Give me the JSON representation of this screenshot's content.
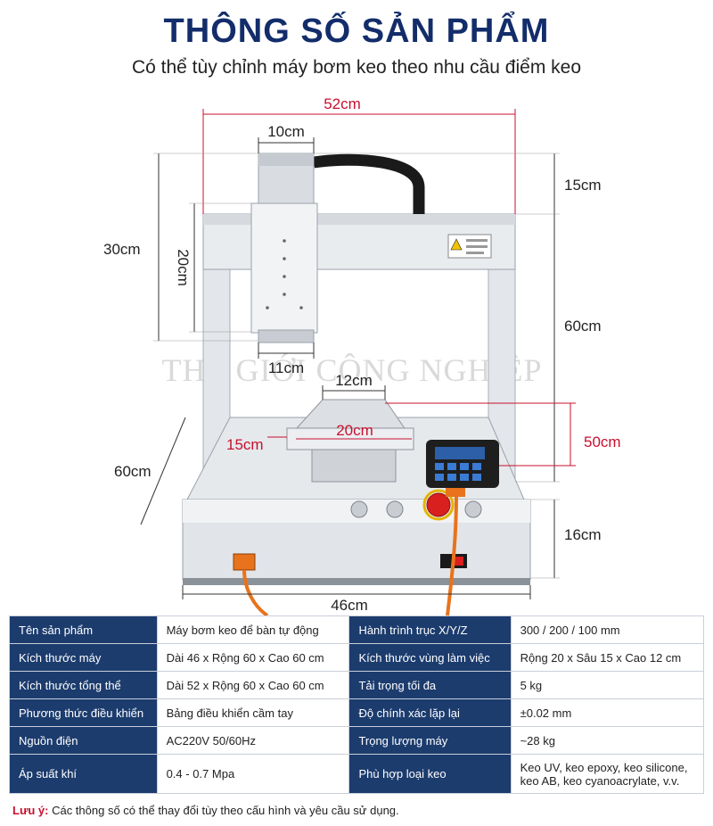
{
  "header": {
    "title": "THÔNG SỐ SẢN PHẨM",
    "subtitle": "Có thể tùy chỉnh máy bơm keo theo nhu cầu điểm keo"
  },
  "figure": {
    "watermark": "THẾ GIỚI CÔNG NGHIỆP",
    "dims": {
      "d52": "52cm",
      "d10": "10cm",
      "d15_top": "15cm",
      "d30": "30cm",
      "d20_vert": "20cm",
      "d60_right": "60cm",
      "d11": "11cm",
      "d12": "12cm",
      "d20_red": "20cm",
      "d15_red": "15cm",
      "d50": "50cm",
      "d60_left": "60cm",
      "d16": "16cm",
      "d46": "46cm"
    }
  },
  "specs": [
    {
      "k1": "Tên sản phẩm",
      "v1": "Máy bơm keo để bàn tự động",
      "k2": "Hành trình trục X/Y/Z",
      "v2": "300 / 200 / 100 mm"
    },
    {
      "k1": "Kích thước máy",
      "v1": "Dài 46 x Rộng 60 x Cao 60 cm",
      "k2": "Kích thước vùng làm việc",
      "v2": "Rộng 20 x Sâu 15 x Cao 12 cm"
    },
    {
      "k1": "Kích thước tổng thể",
      "v1": "Dài 52 x Rộng 60 x Cao 60 cm",
      "k2": "Tải trọng tối đa",
      "v2": "5 kg"
    },
    {
      "k1": "Phương thức điều khiển",
      "v1": "Bảng điều khiển cầm tay",
      "k2": "Độ chính xác lặp lại",
      "v2": "±0.02 mm"
    },
    {
      "k1": "Nguồn điện",
      "v1": "AC220V 50/60Hz",
      "k2": "Trọng lượng máy",
      "v2": "~28 kg"
    },
    {
      "k1": "Áp suất khí",
      "v1": "0.4 - 0.7 Mpa",
      "k2": "Phù hợp loại keo",
      "v2_line1": "Keo UV, keo epoxy, keo silicone,",
      "v2_line2": "keo AB, keo cyanoacrylate, v.v."
    }
  ],
  "note": {
    "label": "Lưu ý:",
    "text": " Các thông số có thể thay đổi tùy theo cấu hình và yêu cầu sử dụng."
  },
  "colors": {
    "title": "#132d6b",
    "table_header": "#1c3c6e",
    "accent_red": "#c8102e"
  }
}
